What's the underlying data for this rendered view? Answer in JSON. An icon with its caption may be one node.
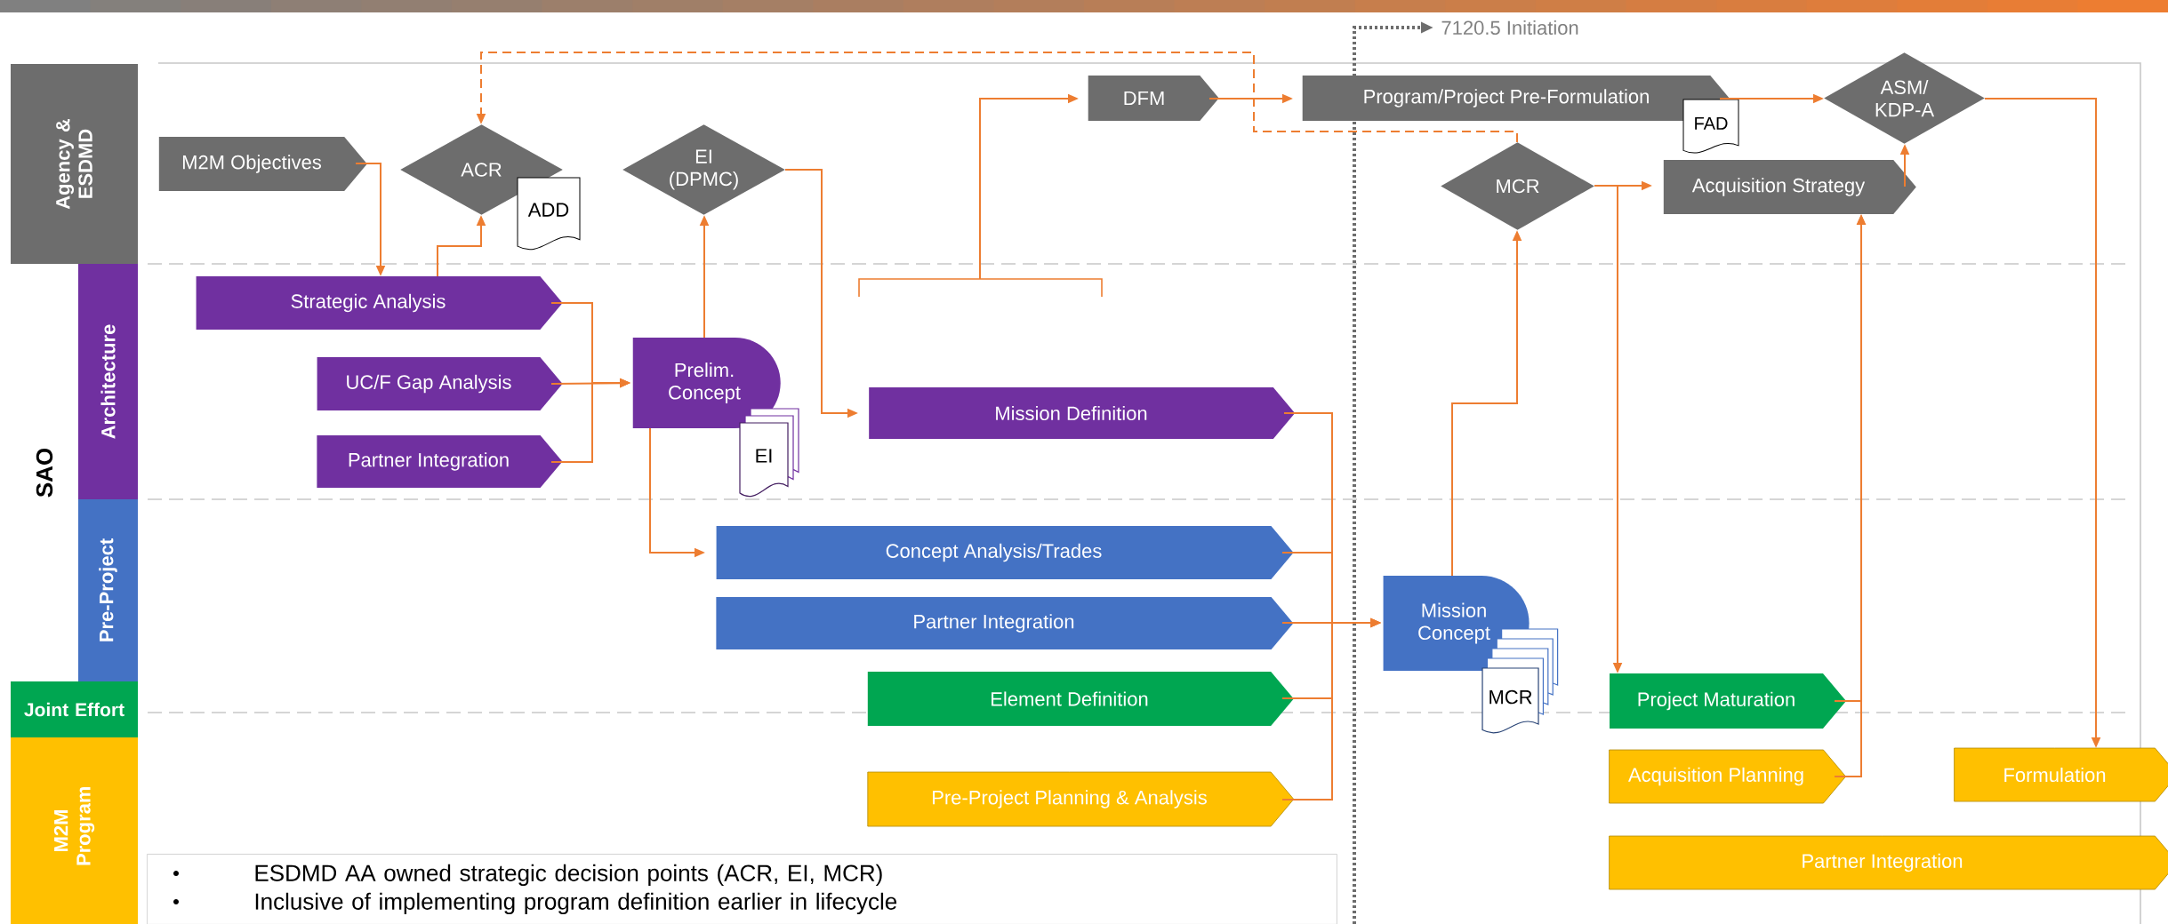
{
  "diagram": {
    "nodes": [
      {
        "text": [
          "Agency & ESDMD"
        ]
      },
      {
        "text": [
          "SAO"
        ]
      },
      {
        "text": [
          "Architecture"
        ]
      },
      {
        "text": [
          "Pre-Project"
        ]
      },
      {
        "text": [
          "Joint Effort"
        ]
      },
      {
        "text": [
          "M2M Program"
        ]
      },
      {
        "text": [
          "M2M Objectives"
        ]
      },
      {
        "text": [
          "ACR"
        ]
      },
      {
        "text": [
          "ADD"
        ]
      },
      {
        "text": [
          "EI (DPMC)"
        ]
      },
      {
        "text": [
          "DFM"
        ]
      },
      {
        "text": [
          "Program/Project Pre-Formulation"
        ]
      },
      {
        "text": [
          "FAD"
        ]
      },
      {
        "text": [
          "ASM/ KDP-A"
        ]
      },
      {
        "text": [
          "MCR"
        ]
      },
      {
        "text": [
          "Acquisition Strategy"
        ]
      },
      {
        "text": [
          "Strategic Analysis"
        ]
      },
      {
        "text": [
          "UC/F Gap Analysis"
        ]
      },
      {
        "text": [
          "Partner Integration"
        ]
      },
      {
        "text": [
          "Prelim. Concept"
        ]
      },
      {
        "text": [
          "EI"
        ]
      },
      {
        "text": [
          "Mission Definition"
        ]
      },
      {
        "text": [
          "Concept Analysis/Trades"
        ]
      },
      {
        "text": [
          "Partner Integration"
        ]
      },
      {
        "text": [
          "Mission Concept"
        ]
      },
      {
        "text": [
          "MCR"
        ]
      },
      {
        "text": [
          "Element Definition"
        ]
      },
      {
        "text": [
          "Project Maturation"
        ]
      },
      {
        "text": [
          "Pre-Project Planning & Analysis"
        ]
      },
      {
        "text": [
          "Acquisition Planning"
        ]
      },
      {
        "text": [
          "Formulation"
        ]
      },
      {
        "text": [
          "Partner Integration"
        ]
      },
      {
        "text": [
          "ESDMD AA owned strategic decision points (ACR, EI, MCR)",
          "Inclusive of implementing program definition earlier in lifecycle"
        ]
      }
    ],
    "edges": [
      {
        "from": 6,
        "to": 16,
        "arrow": "to"
      },
      {
        "from": 16,
        "to": 7,
        "arrow": "to"
      },
      {
        "from": 14,
        "to": 7,
        "arrow": "to",
        "style": "dashed"
      },
      {
        "from": 16,
        "to": 19,
        "arrow": "to"
      },
      {
        "from": 17,
        "to": 19,
        "arrow": "to"
      },
      {
        "from": 18,
        "to": 19,
        "arrow": "to"
      },
      {
        "from": 19,
        "to": 9,
        "arrow": "to"
      },
      {
        "from": 9,
        "to": 21,
        "arrow": "to"
      },
      {
        "from": 19,
        "to": 22,
        "arrow": "to"
      },
      {
        "from": null,
        "to": 10,
        "arrow": "to"
      },
      {
        "from": 10,
        "to": 11,
        "arrow": "to"
      },
      {
        "from": 11,
        "to": 13,
        "arrow": "to"
      },
      {
        "from": 13,
        "to": 30,
        "arrow": "to"
      },
      {
        "from": 21,
        "to": 24,
        "arrow": "to"
      },
      {
        "from": 22,
        "to": 24,
        "arrow": "to"
      },
      {
        "from": 23,
        "to": 24,
        "arrow": "to"
      },
      {
        "from": 26,
        "to": 24,
        "arrow": "to"
      },
      {
        "from": 28,
        "to": 24,
        "arrow": "to"
      },
      {
        "from": 24,
        "to": 14,
        "arrow": "to"
      },
      {
        "from": 14,
        "to": 15,
        "arrow": "to"
      },
      {
        "from": 14,
        "to": 27,
        "arrow": "to"
      },
      {
        "from": 15,
        "to": 13,
        "arrow": "to"
      },
      {
        "from": 27,
        "to": 15,
        "arrow": "to"
      },
      {
        "from": 29,
        "to": 15,
        "arrow": "to"
      }
    ],
    "labels": [
      "7120.5 Initiation"
    ]
  }
}
